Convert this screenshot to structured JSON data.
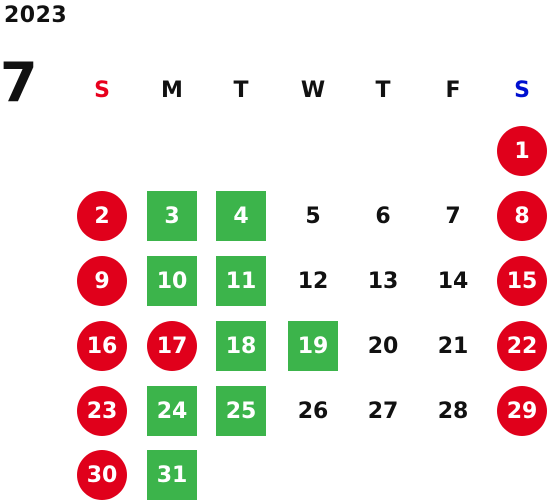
{
  "calendar": {
    "year": "2023",
    "month": "7",
    "weekdays": [
      "S",
      "M",
      "T",
      "W",
      "T",
      "F",
      "S"
    ],
    "weekday_colors": [
      "#e8001d",
      "#111111",
      "#111111",
      "#111111",
      "#111111",
      "#111111",
      "#0010d0"
    ],
    "colors": {
      "holiday": "#e0001b",
      "event": "#3cb44b",
      "text": "#111111"
    },
    "weeks": [
      [
        null,
        null,
        null,
        null,
        null,
        null,
        {
          "day": "1",
          "style": "holiday"
        }
      ],
      [
        {
          "day": "2",
          "style": "holiday"
        },
        {
          "day": "3",
          "style": "event"
        },
        {
          "day": "4",
          "style": "event"
        },
        {
          "day": "5",
          "style": "plain"
        },
        {
          "day": "6",
          "style": "plain"
        },
        {
          "day": "7",
          "style": "plain"
        },
        {
          "day": "8",
          "style": "holiday"
        }
      ],
      [
        {
          "day": "9",
          "style": "holiday"
        },
        {
          "day": "10",
          "style": "event"
        },
        {
          "day": "11",
          "style": "event"
        },
        {
          "day": "12",
          "style": "plain"
        },
        {
          "day": "13",
          "style": "plain"
        },
        {
          "day": "14",
          "style": "plain"
        },
        {
          "day": "15",
          "style": "holiday"
        }
      ],
      [
        {
          "day": "16",
          "style": "holiday"
        },
        {
          "day": "17",
          "style": "holiday"
        },
        {
          "day": "18",
          "style": "event"
        },
        {
          "day": "19",
          "style": "event"
        },
        {
          "day": "20",
          "style": "plain"
        },
        {
          "day": "21",
          "style": "plain"
        },
        {
          "day": "22",
          "style": "holiday"
        }
      ],
      [
        {
          "day": "23",
          "style": "holiday"
        },
        {
          "day": "24",
          "style": "event"
        },
        {
          "day": "25",
          "style": "event"
        },
        {
          "day": "26",
          "style": "plain"
        },
        {
          "day": "27",
          "style": "plain"
        },
        {
          "day": "28",
          "style": "plain"
        },
        {
          "day": "29",
          "style": "holiday"
        }
      ],
      [
        {
          "day": "30",
          "style": "holiday"
        },
        {
          "day": "31",
          "style": "event"
        },
        null,
        null,
        null,
        null,
        null
      ]
    ]
  }
}
